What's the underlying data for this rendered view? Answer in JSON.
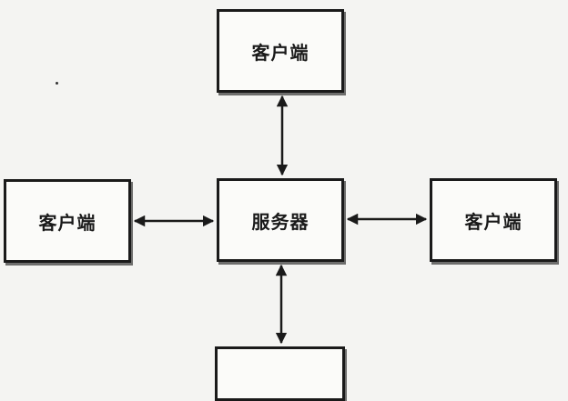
{
  "diagram": {
    "nodes": {
      "top": "客户端",
      "left": "客户端",
      "center": "服务器",
      "right": "客户端",
      "bottom": ""
    }
  }
}
